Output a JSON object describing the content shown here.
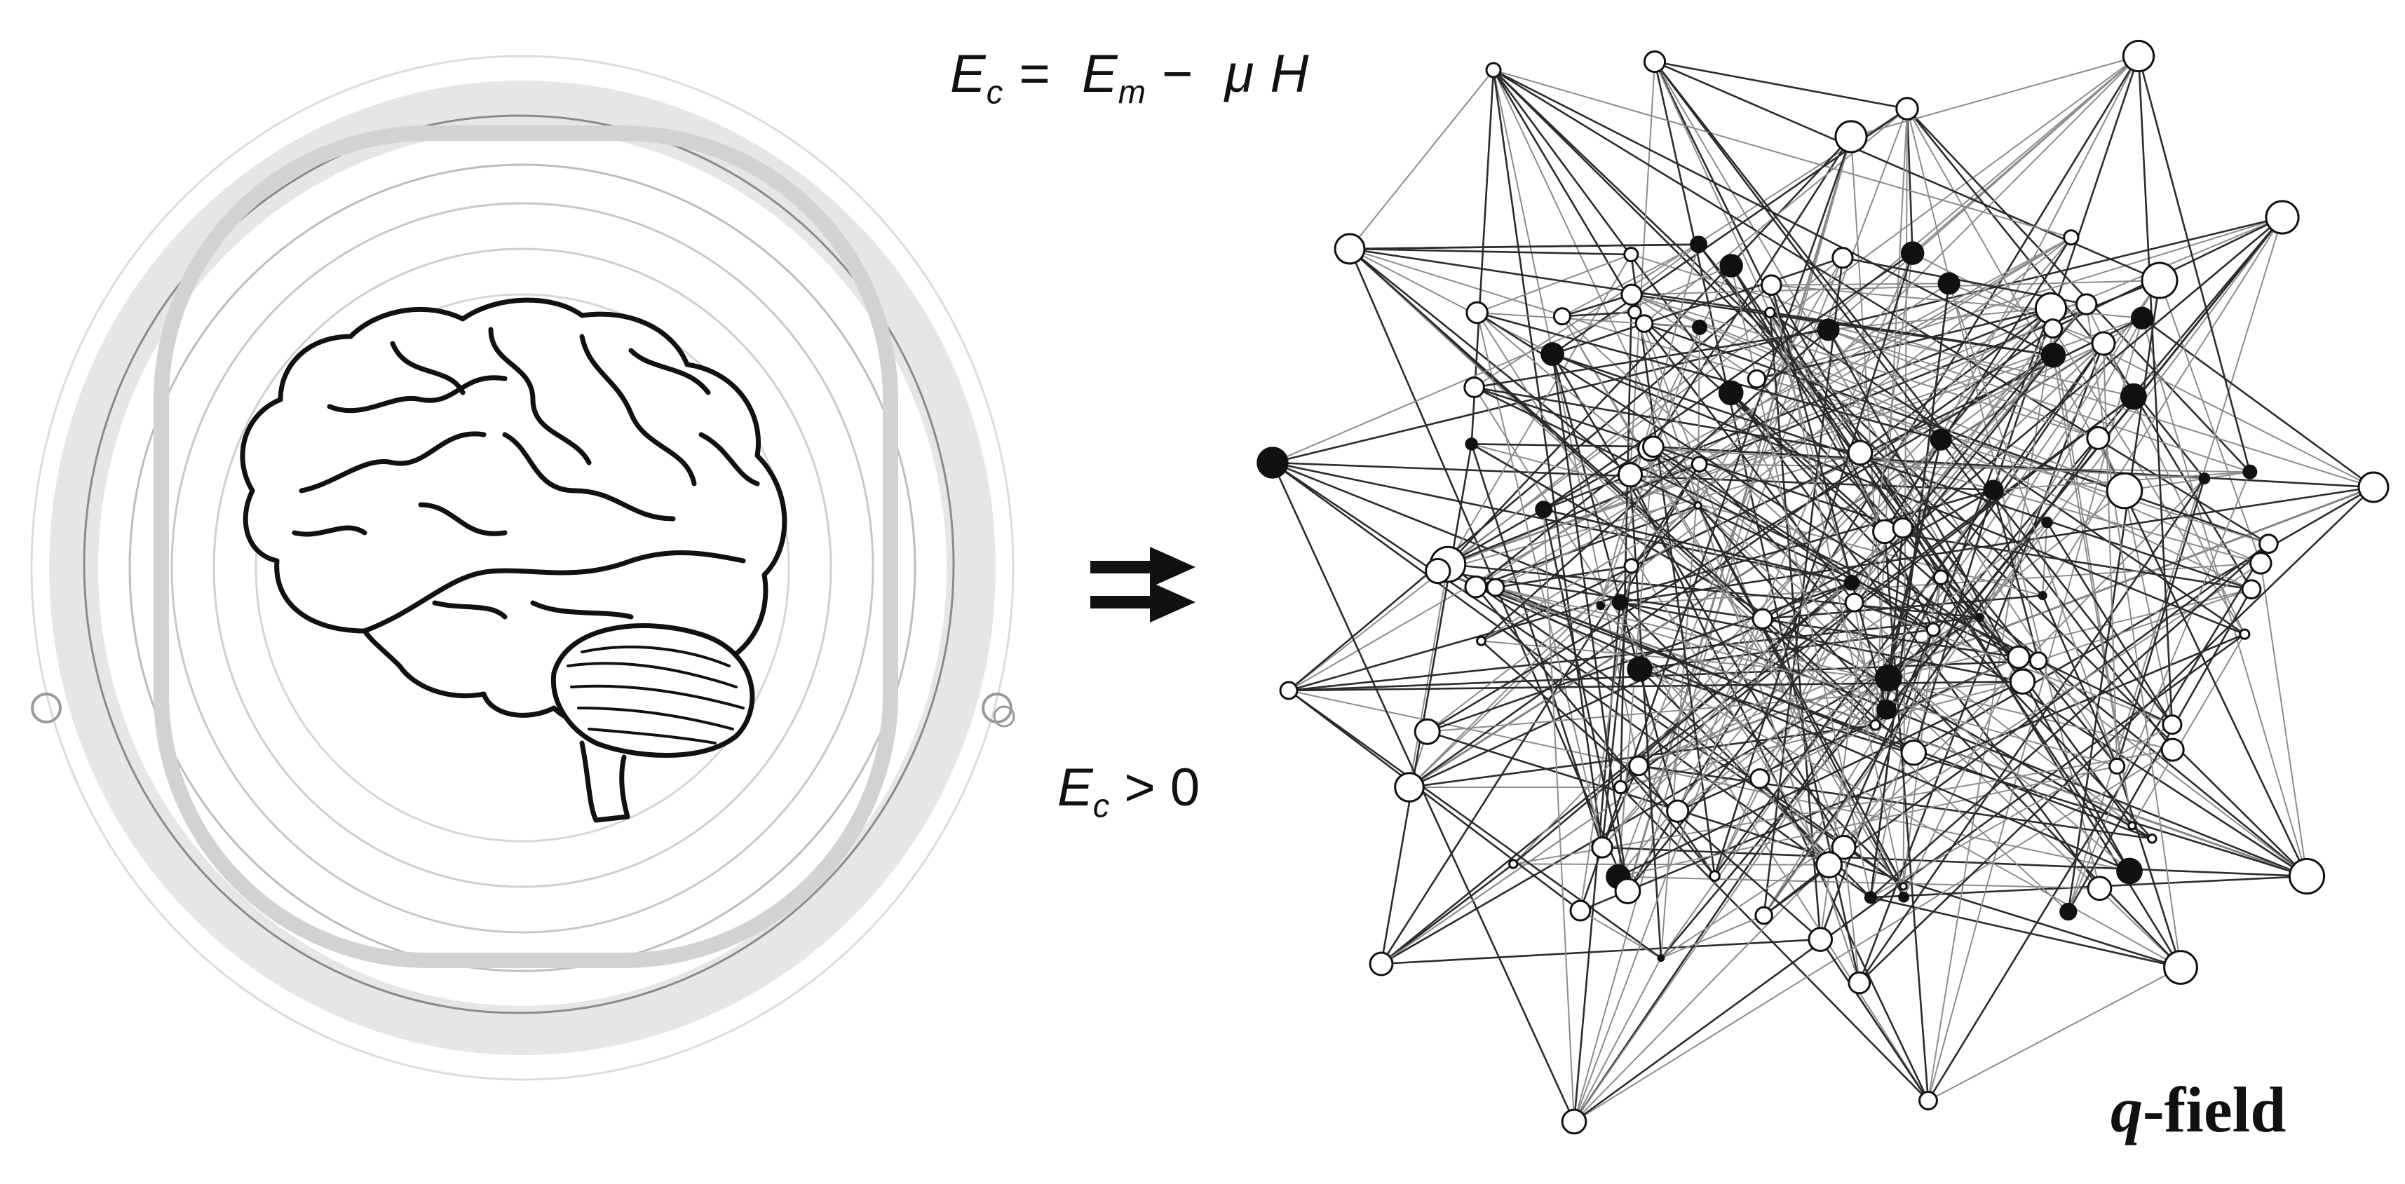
{
  "equations": {
    "energy": {
      "lhs": "E",
      "lhs_sub": "c",
      "eq": "=",
      "term1": "E",
      "term1_sub": "m",
      "minus": "−",
      "mu": "μ",
      "H": "H"
    },
    "condition": {
      "lhs": "E",
      "lhs_sub": "c",
      "op": "> 0"
    }
  },
  "field_label": {
    "q": "q",
    "rest": "-field"
  },
  "icons": [
    "concentric-rings",
    "brain-icon",
    "double-arrow-icon",
    "network-graph"
  ],
  "colors": {
    "ink": "#111111",
    "ring": "#c8c8c8",
    "shade": "#e2e2e2"
  }
}
